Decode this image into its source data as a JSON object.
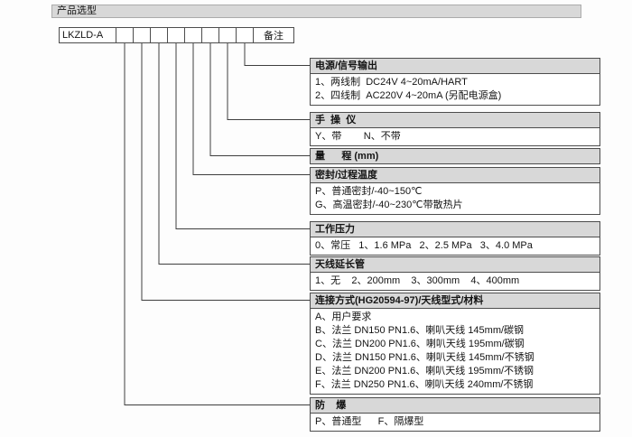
{
  "page_title": "产品选型",
  "model": {
    "prefix": "LKZLD-A",
    "code_box_count": 8,
    "remark_label": "备注"
  },
  "sections": [
    {
      "id": "power-signal-output",
      "title": "电源/信号输出",
      "lines": [
        "1、两线制  DC24V 4~20mA/HART",
        "2、四线制  AC220V 4~20mA (另配电源盒)"
      ]
    },
    {
      "id": "hand-operator",
      "title": "手  操  仪",
      "lines": [
        "Y、带        N、不带"
      ]
    },
    {
      "id": "range",
      "title": "量      程 (mm)",
      "lines": []
    },
    {
      "id": "seal-process-temperature",
      "title": "密封/过程温度",
      "lines": [
        "P、普通密封/-40~150℃",
        "G、高温密封/-40~230℃带散热片"
      ]
    },
    {
      "id": "working-pressure",
      "title": "工作压力",
      "lines": [
        "0、常压   1、1.6 MPa   2、2.5 MPa   3、4.0 MPa"
      ]
    },
    {
      "id": "antenna-extension-tube",
      "title": "天线延长管",
      "lines": [
        "1、无    2、200mm    3、300mm    4、400mm"
      ]
    },
    {
      "id": "connection-antenna-material",
      "title": "连接方式(HG20594-97)/天线型式/材料",
      "lines": [
        "A、用户要求",
        "B、法兰 DN150 PN1.6、喇叭天线 145mm/碳钢",
        "C、法兰 DN200 PN1.6、喇叭天线 195mm/碳钢",
        "D、法兰 DN150 PN1.6、喇叭天线 145mm/不锈钢",
        "E、法兰 DN200 PN1.6、喇叭天线 195mm/不锈钢",
        "F、法兰 DN250 PN1.6、喇叭天线 240mm/不锈钢"
      ]
    },
    {
      "id": "explosion-proof",
      "title": "防    爆",
      "lines": [
        "P、普通型      F、隔爆型"
      ]
    }
  ],
  "colors": {
    "header_bg": "#d8d8d8",
    "border": "#4d4d4d"
  }
}
